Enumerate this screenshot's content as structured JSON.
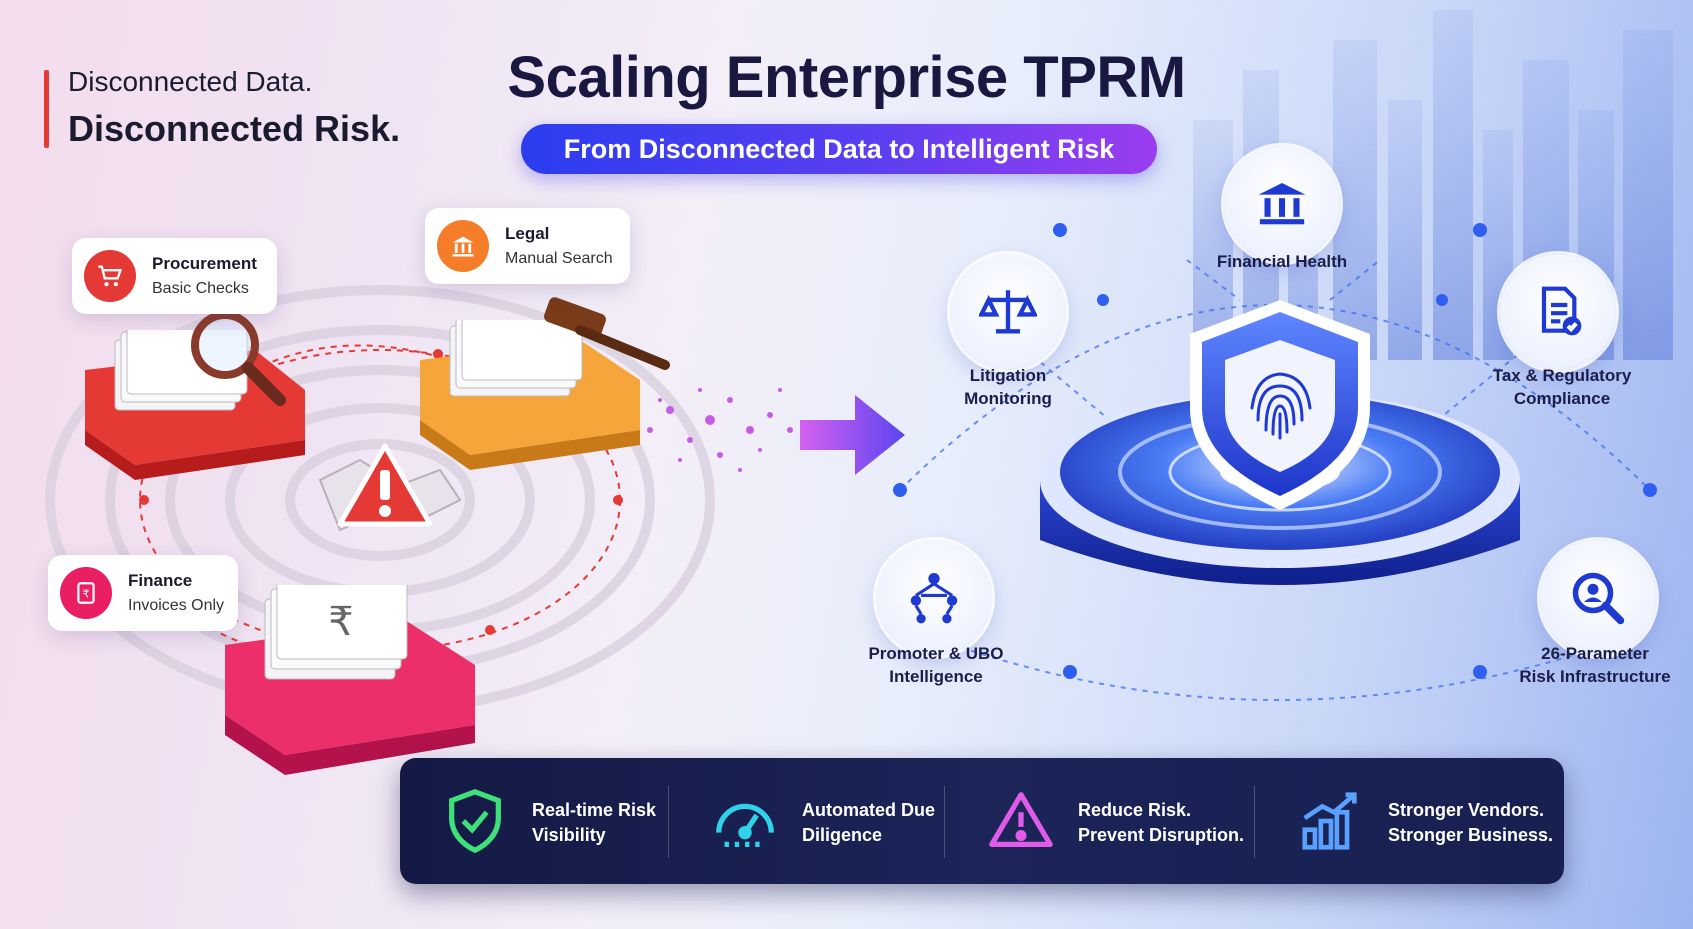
{
  "tagline": {
    "line1": "Disconnected Data.",
    "line2": "Disconnected Risk."
  },
  "title": "Scaling Enterprise TPRM",
  "subtitle": "From Disconnected Data to Intelligent Risk",
  "silos": [
    {
      "title": "Procurement",
      "desc": "Basic Checks",
      "icon": "cart-icon",
      "color": "#e53935"
    },
    {
      "title": "Legal",
      "desc": "Manual Search",
      "icon": "bank-icon",
      "color": "#f57c28"
    },
    {
      "title": "Finance",
      "desc": "Invoices Only",
      "icon": "invoice-icon",
      "color": "#e91e63"
    }
  ],
  "capabilities": [
    {
      "label": "Financial Health",
      "icon": "bank-icon"
    },
    {
      "label": "Litigation\nMonitoring",
      "icon": "scales-icon"
    },
    {
      "label": "Tax & Regulatory\nCompliance",
      "icon": "document-check-icon"
    },
    {
      "label": "Promoter & UBO\nIntelligence",
      "icon": "network-people-icon"
    },
    {
      "label": "26-Parameter\nRisk Infrastructure",
      "icon": "search-person-icon"
    }
  ],
  "features": [
    {
      "label": "Real-time Risk\nVisibility",
      "icon": "shield-check-icon",
      "color": "#3ee07a"
    },
    {
      "label": "Automated Due\nDiligence",
      "icon": "gauge-icon",
      "color": "#2fd2e8"
    },
    {
      "label": "Reduce Risk.\nPrevent Disruption.",
      "icon": "warning-icon",
      "color": "#e05ce8"
    },
    {
      "label": "Stronger Vendors.\nStronger Business.",
      "icon": "growth-chart-icon",
      "color": "#5aa0ff"
    }
  ],
  "colors": {
    "accent": "#2b3df0",
    "danger": "#e53935",
    "navy": "#141a45"
  }
}
